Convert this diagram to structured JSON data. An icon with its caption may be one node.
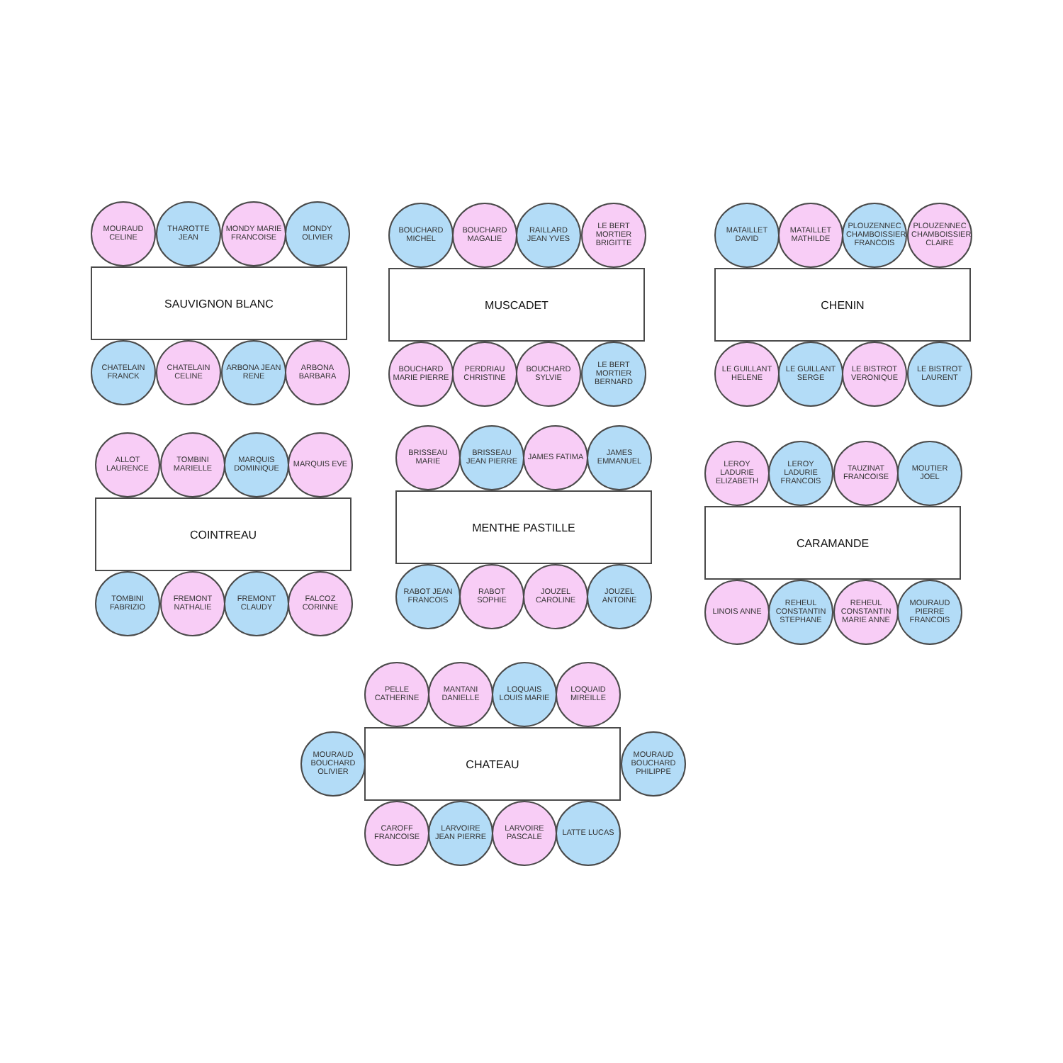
{
  "diagram": {
    "nodes": [
      {
        "text": [
          "MOURAUD CELINE"
        ]
      },
      {
        "text": [
          "THAROTTE JEAN"
        ]
      },
      {
        "text": [
          "MONDY MARIE FRANCOISE"
        ]
      },
      {
        "text": [
          "MONDY OLIVIER"
        ]
      },
      {
        "text": [
          "SAUVIGNON BLANC"
        ]
      },
      {
        "text": [
          "CHATELAIN FRANCK"
        ]
      },
      {
        "text": [
          "CHATELAIN CELINE"
        ]
      },
      {
        "text": [
          "ARBONA JEAN RENE"
        ]
      },
      {
        "text": [
          "ARBONA BARBARA"
        ]
      },
      {
        "text": [
          "BOUCHARD MICHEL"
        ]
      },
      {
        "text": [
          "BOUCHARD MAGALIE"
        ]
      },
      {
        "text": [
          "RAILLARD JEAN YVES"
        ]
      },
      {
        "text": [
          "LE BERT MORTIER BRIGITTE"
        ]
      },
      {
        "text": [
          "MUSCADET"
        ]
      },
      {
        "text": [
          "BOUCHARD MARIE PIERRE"
        ]
      },
      {
        "text": [
          "PERDRIAU CHRISTINE"
        ]
      },
      {
        "text": [
          "BOUCHARD SYLVIE"
        ]
      },
      {
        "text": [
          "LE BERT MORTIER BERNARD"
        ]
      },
      {
        "text": [
          "MATAILLET DAVID"
        ]
      },
      {
        "text": [
          "MATAILLET MATHILDE"
        ]
      },
      {
        "text": [
          "PLOUZENNEC CHAMBOISSIER FRANCOIS"
        ]
      },
      {
        "text": [
          "PLOUZENNEC CHAMBOISSIER CLAIRE"
        ]
      },
      {
        "text": [
          "CHENIN"
        ]
      },
      {
        "text": [
          "LE GUILLANT HELENE"
        ]
      },
      {
        "text": [
          "LE GUILLANT SERGE"
        ]
      },
      {
        "text": [
          "LE BISTROT VERONIQUE"
        ]
      },
      {
        "text": [
          "LE BISTROT LAURENT"
        ]
      },
      {
        "text": [
          "ALLOT LAURENCE"
        ]
      },
      {
        "text": [
          "TOMBINI MARIELLE"
        ]
      },
      {
        "text": [
          "MARQUIS DOMINIQUE"
        ]
      },
      {
        "text": [
          "MARQUIS EVE"
        ]
      },
      {
        "text": [
          "COINTREAU"
        ]
      },
      {
        "text": [
          "TOMBINI FABRIZIO"
        ]
      },
      {
        "text": [
          "FREMONT NATHALIE"
        ]
      },
      {
        "text": [
          "FREMONT CLAUDY"
        ]
      },
      {
        "text": [
          "FALCOZ CORINNE"
        ]
      },
      {
        "text": [
          "BRISSEAU MARIE"
        ]
      },
      {
        "text": [
          "BRISSEAU JEAN PIERRE"
        ]
      },
      {
        "text": [
          "JAMES FATIMA"
        ]
      },
      {
        "text": [
          "JAMES EMMANUEL"
        ]
      },
      {
        "text": [
          "MENTHE PASTILLE"
        ]
      },
      {
        "text": [
          "RABOT JEAN FRANCOIS"
        ]
      },
      {
        "text": [
          "RABOT SOPHIE"
        ]
      },
      {
        "text": [
          "JOUZEL CAROLINE"
        ]
      },
      {
        "text": [
          "JOUZEL ANTOINE"
        ]
      },
      {
        "text": [
          "LEROY LADURIE ELIZABETH"
        ]
      },
      {
        "text": [
          "LEROY LADURIE FRANCOIS"
        ]
      },
      {
        "text": [
          "TAUZINAT FRANCOISE"
        ]
      },
      {
        "text": [
          "MOUTIER JOEL"
        ]
      },
      {
        "text": [
          "CARAMANDE"
        ]
      },
      {
        "text": [
          "LINOIS ANNE"
        ]
      },
      {
        "text": [
          "REHEUL CONSTANTIN STEPHANE"
        ]
      },
      {
        "text": [
          "REHEUL CONSTANTIN MARIE ANNE"
        ]
      },
      {
        "text": [
          "MOURAUD PIERRE FRANCOIS"
        ]
      },
      {
        "text": [
          "PELLE CATHERINE"
        ]
      },
      {
        "text": [
          "MANTANI DANIELLE"
        ]
      },
      {
        "text": [
          "LOQUAIS LOUIS MARIE"
        ]
      },
      {
        "text": [
          "LOQUAID MIREILLE"
        ]
      },
      {
        "text": [
          "MOURAUD BOUCHARD OLIVIER"
        ]
      },
      {
        "text": [
          "CHATEAU"
        ]
      },
      {
        "text": [
          "MOURAUD BOUCHARD PHILIPPE"
        ]
      },
      {
        "text": [
          "CAROFF FRANCOISE"
        ]
      },
      {
        "text": [
          "LARVOIRE JEAN PIERRE"
        ]
      },
      {
        "text": [
          "LARVOIRE PASCALE"
        ]
      },
      {
        "text": [
          "LATTE LUCAS"
        ]
      }
    ]
  }
}
